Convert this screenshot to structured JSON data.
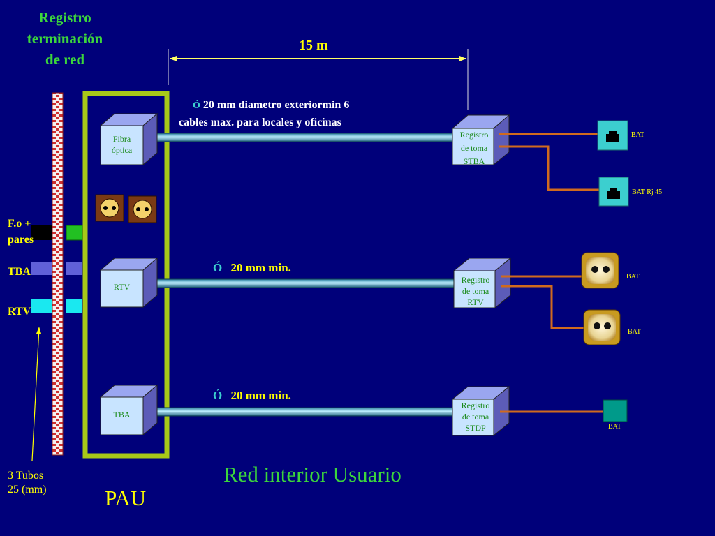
{
  "header": {
    "title_line1": "Registro",
    "title_line2": "terminación",
    "title_line3": "de red"
  },
  "distance_label": "15 m",
  "pipe_top_note": {
    "symbol": "Ó",
    "line1": "20 mm  diametro exteriormin   6",
    "line2": "cables max.  para locales y oficinas"
  },
  "pipe_mid_note": {
    "symbol": "Ó",
    "text": "20  mm min."
  },
  "pipe_bot_note": {
    "symbol": "Ó",
    "text": "20  mm min."
  },
  "left_labels": {
    "fo_line1": "F.o +",
    "fo_line2": "pares",
    "tba": "TBA",
    "rtv": "RTV",
    "tubes_line1": "3 Tubos",
    "tubes_line2": "25 (mm)"
  },
  "pau_boxes": {
    "fibra_line1": "Fibra",
    "fibra_line2": "óptica",
    "rtv": "RTV",
    "tba": "TBA"
  },
  "registro_boxes": {
    "stba": [
      "Registro",
      "de toma",
      "STBA"
    ],
    "rtv": [
      "Registro",
      "de toma",
      "RTV"
    ],
    "stdp": [
      "Registro",
      "de toma",
      "STDP"
    ]
  },
  "bat_labels": {
    "top1": "BAT",
    "top2": "BAT Rj 45",
    "mid1": "BAT",
    "mid2": "BAT",
    "bot": "BAT"
  },
  "footer": {
    "red_interior": "Red interior Usuario",
    "pau": "PAU"
  },
  "colors": {
    "background": "#00007a",
    "title_green": "#3cd63c",
    "frame_green": "#a8c818",
    "cable_orange": "#d06a1e",
    "jack_cyan": "#3ccfcf",
    "box_face": "#c8e4ff"
  }
}
